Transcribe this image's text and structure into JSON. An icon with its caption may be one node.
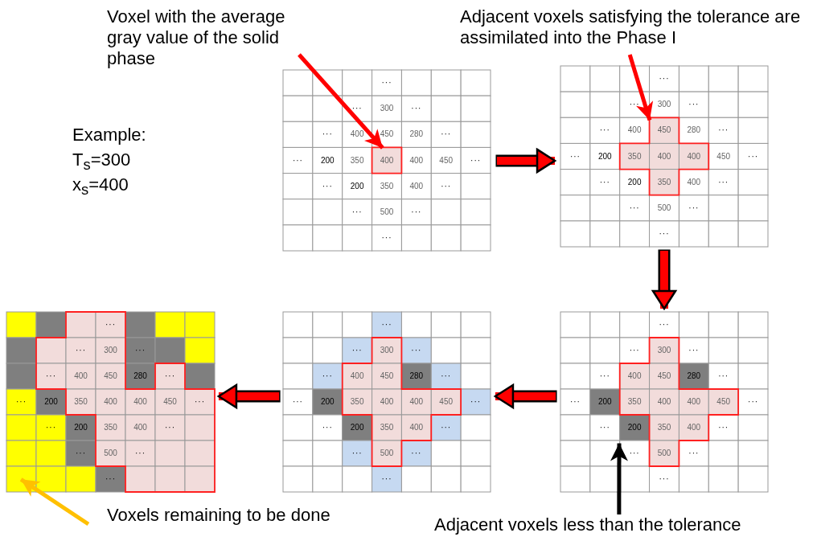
{
  "diagram": {
    "nodes": [
      {
        "text": [
          "Voxel with the average gray value of the solid phase"
        ]
      },
      {
        "text": [
          "Adjacent voxels satisfying the tolerance are assimilated into the Phase I"
        ]
      },
      {
        "text": [
          "···",
          "···",
          "300",
          "···",
          "···",
          "400",
          "450",
          "280",
          "···",
          "···",
          "200",
          "350",
          "400",
          "400",
          "450",
          "···",
          "···",
          "200",
          "350",
          "400",
          "···",
          "···",
          "500",
          "···",
          "···"
        ]
      },
      {
        "text": [
          "···",
          "···",
          "300",
          "···",
          "···",
          "400",
          "450",
          "280",
          "···",
          "···",
          "200",
          "350",
          "400",
          "400",
          "450",
          "···",
          "···",
          "200",
          "350",
          "400",
          "···",
          "···",
          "500",
          "···",
          "···"
        ]
      },
      {
        "text": [
          "···",
          "···",
          "300",
          "···",
          "···",
          "400",
          "450",
          "280",
          "···",
          "···",
          "200",
          "350",
          "400",
          "400",
          "450",
          "···",
          "···",
          "200",
          "350",
          "400",
          "···",
          "···",
          "500",
          "···",
          "···"
        ]
      },
      {
        "text": [
          "···",
          "···",
          "300",
          "···",
          "···",
          "400",
          "450",
          "280",
          "···",
          "···",
          "200",
          "350",
          "400",
          "400",
          "450",
          "···",
          "···",
          "200",
          "350",
          "400",
          "···",
          "···",
          "500",
          "···",
          "···"
        ]
      },
      {
        "text": [
          "···",
          "···",
          "300",
          "···",
          "···",
          "400",
          "450",
          "280",
          "···",
          "···",
          "200",
          "350",
          "400",
          "400",
          "450",
          "···",
          "···",
          "200",
          "350",
          "400",
          "···",
          "···",
          "500",
          "···",
          "···"
        ]
      },
      {
        "text": [
          "Voxels remaining to be done"
        ]
      },
      {
        "text": [
          "Adjacent voxels less than the tolerance"
        ]
      }
    ],
    "edges": [
      {
        "from": 0,
        "to": 2,
        "arrow": "to"
      },
      {
        "from": 1,
        "to": 3,
        "arrow": "to"
      },
      {
        "from": 2,
        "to": 3,
        "arrow": "to",
        "style": "thick"
      },
      {
        "from": 3,
        "to": 6,
        "arrow": "to",
        "style": "thick"
      },
      {
        "from": 6,
        "to": 5,
        "arrow": "to",
        "style": "thick"
      },
      {
        "from": 5,
        "to": 4,
        "arrow": "to",
        "style": "thick"
      },
      {
        "from": 7,
        "to": 4,
        "arrow": "to",
        "color": "#ffc000"
      },
      {
        "from": 8,
        "to": 6,
        "arrow": "to",
        "color": "#000000"
      }
    ],
    "labels": [
      "Example:",
      "T$_{s}$=300",
      "x$_{s}$=400"
    ]
  }
}
